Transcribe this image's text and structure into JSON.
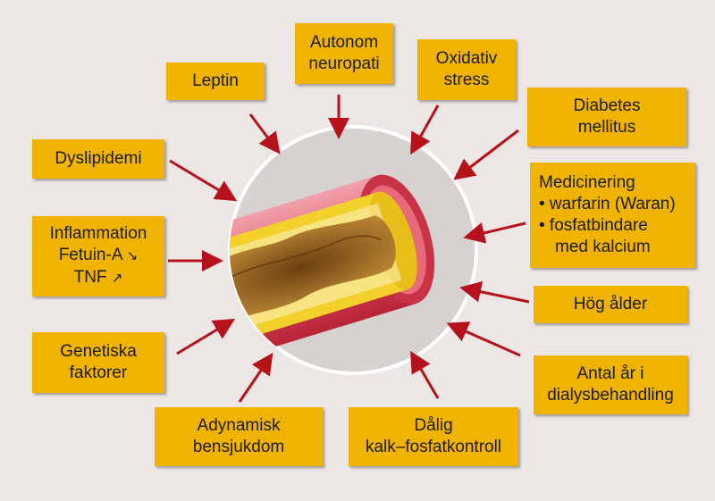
{
  "factors": {
    "leptin": {
      "lines": [
        "Leptin"
      ]
    },
    "autonom": {
      "lines": [
        "Autonom",
        "neuropati"
      ]
    },
    "oxidativ": {
      "lines": [
        "Oxidativ",
        "stress"
      ]
    },
    "diabetes": {
      "lines": [
        "Diabetes",
        "mellitus"
      ]
    },
    "dyslipidemi": {
      "lines": [
        "Dyslipidemi"
      ]
    },
    "medicinering": {
      "lines": [
        "Medicinering",
        "• warfarin (Waran)",
        "• fosfatbindare",
        "med kalcium"
      ]
    },
    "inflammation": {
      "lines": [
        "Inflammation",
        "Fetuin-A",
        "TNF"
      ],
      "arrows": [
        "↘",
        "↗"
      ]
    },
    "hog_alder": {
      "lines": [
        "Hög ålder"
      ]
    },
    "genetiska": {
      "lines": [
        "Genetiska",
        "faktorer"
      ]
    },
    "antal_ar": {
      "lines": [
        "Antal år i",
        "dialysbehandling"
      ]
    },
    "adynamisk": {
      "lines": [
        "Adynamisk",
        "bensjukdom"
      ]
    },
    "dalig": {
      "lines": [
        "Dålig",
        "kalk–fosfatkontroll"
      ]
    }
  },
  "colors": {
    "box": "#f0b400",
    "arrow": "#b5121b",
    "vessel_wall": "#d7485b",
    "plaque": "#f2d12a",
    "calcification": "#8a5a1e"
  }
}
